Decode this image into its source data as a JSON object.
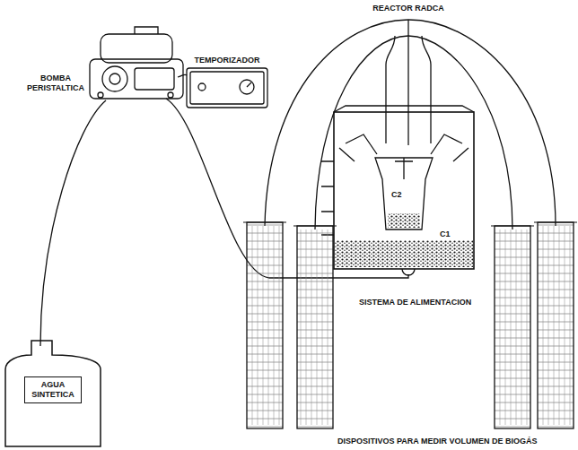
{
  "diagram": {
    "nodes": [
      {
        "text": [
          "AGUA SINTETICA"
        ]
      }
    ],
    "labels": [
      "REACTOR RADCA",
      "TEMPORIZADOR",
      "BOMBA PERISTALTICA",
      "C2",
      "C1",
      "SISTEMA DE ALIMENTACION",
      "DISPOSITIVOS PARA MEDIR VOLUMEN DE BIOGÁS"
    ]
  }
}
